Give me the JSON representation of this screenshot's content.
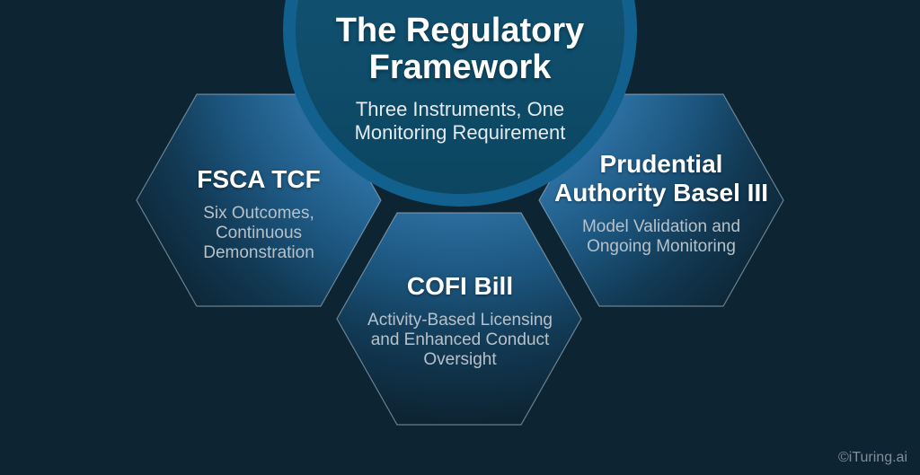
{
  "colors": {
    "background": "#0d2433",
    "circle-fill-top": "#14587a",
    "circle-fill-bottom": "#0b455f",
    "circle-ring": "#12608d",
    "glow-bright": "#3f85b5",
    "glow-mid": "#2b6d9e",
    "glow-dim": "#1c567f",
    "glow-faint": "#123a55",
    "hex-border": "#a9bdc9",
    "heading-text": "#ffffff",
    "subtitle-text": "#e4ebf1",
    "body-text": "#b7c1c9",
    "watermark-text": "#828e97"
  },
  "header": {
    "title_lines": [
      "The Regulatory",
      "Framework"
    ],
    "subtitle_lines": [
      "Three Instruments, One",
      "Monitoring Requirement"
    ]
  },
  "hexagons": [
    {
      "id": "fsca-tcf",
      "title_lines": [
        "FSCA TCF"
      ],
      "description_lines": [
        "Six Outcomes,",
        "Continuous",
        "Demonstration"
      ]
    },
    {
      "id": "cofi-bill",
      "title_lines": [
        "COFI Bill"
      ],
      "description_lines": [
        "Activity-Based Licensing",
        "and Enhanced Conduct",
        "Oversight"
      ]
    },
    {
      "id": "prudential-authority-basel-iii",
      "title_lines": [
        "Prudential",
        "Authority Basel III"
      ],
      "description_lines": [
        "Model Validation and",
        "Ongoing Monitoring"
      ]
    }
  ],
  "watermark": "©iTuring.ai"
}
